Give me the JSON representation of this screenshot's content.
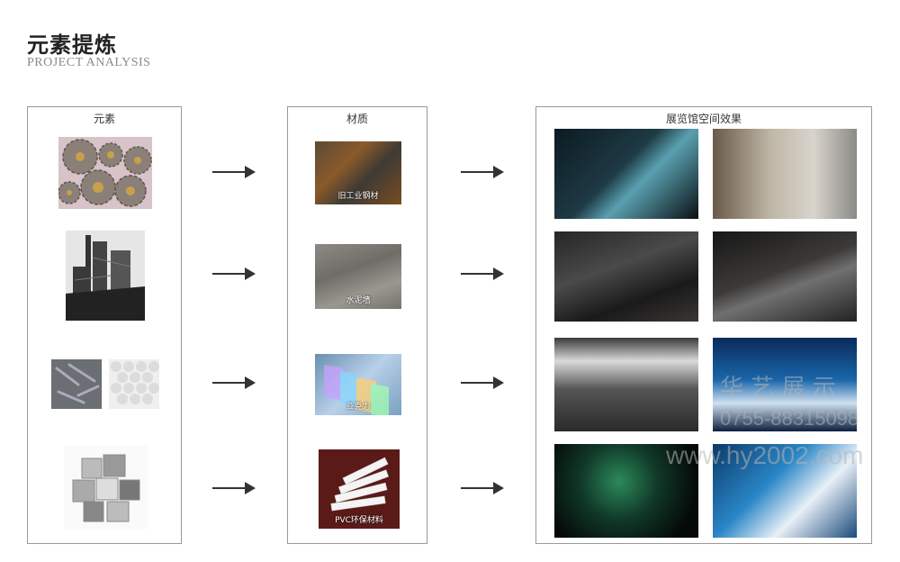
{
  "title": {
    "cn": "元素提炼",
    "en": "PROJECT ANALYSIS"
  },
  "columns": {
    "elements": {
      "header": "元素"
    },
    "materials": {
      "header": "材质",
      "items": [
        {
          "label": "旧工业钢材"
        },
        {
          "label": "水泥墙"
        },
        {
          "label": "亚克力"
        },
        {
          "label": "PVC环保材料"
        }
      ]
    },
    "effects": {
      "header": "展览馆空间效果"
    }
  },
  "watermark": {
    "brand": "华 艺 展 示",
    "phone": "0755-88315098",
    "url": "www.hy2002.com"
  },
  "colors": {
    "border": "#999999",
    "arrow": "#333333",
    "title": "#222222",
    "subtitle": "#8a8a8a"
  }
}
